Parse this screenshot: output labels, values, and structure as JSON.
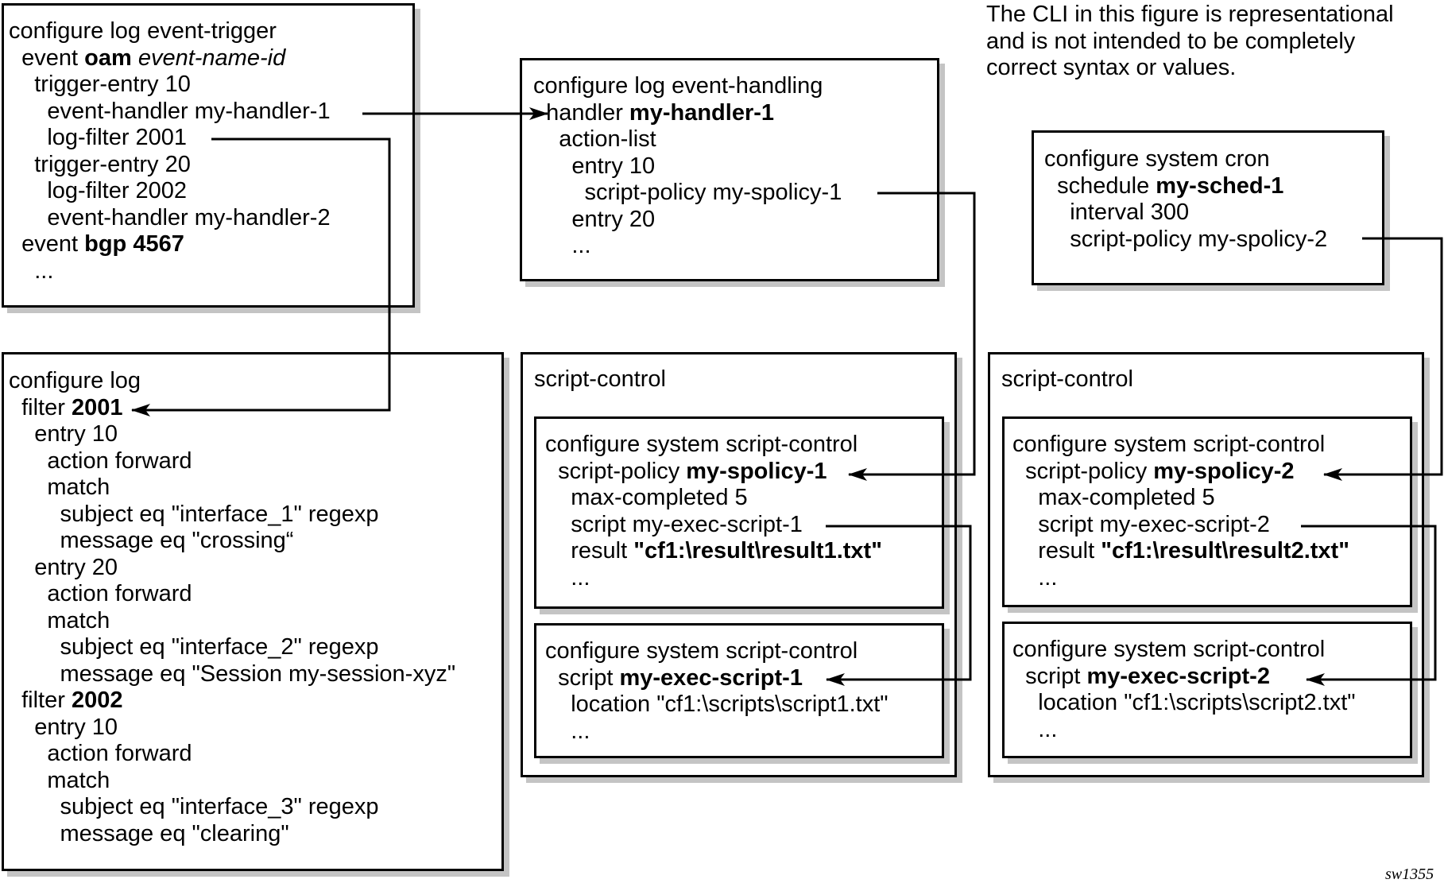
{
  "note": [
    "The CLI in this figure is representational",
    "and is not intended to be completely",
    "correct syntax or values."
  ],
  "figure_id": "sw1355",
  "event_trigger": {
    "lines": [
      [
        {
          "t": "configure log event-trigger"
        }
      ],
      [
        {
          "t": "  event "
        },
        {
          "t": "oam",
          "s": "b"
        },
        {
          "t": " "
        },
        {
          "t": "event-name-id",
          "s": "i"
        }
      ],
      [
        {
          "t": "    trigger-entry 10"
        }
      ],
      [
        {
          "t": "      event-handler my-handler-1"
        }
      ],
      [
        {
          "t": "      log-filter 2001"
        }
      ],
      [
        {
          "t": "    trigger-entry 20"
        }
      ],
      [
        {
          "t": "      log-filter 2002"
        }
      ],
      [
        {
          "t": "      event-handler my-handler-2"
        }
      ],
      [
        {
          "t": "  event "
        },
        {
          "t": "bgp 4567",
          "s": "b"
        }
      ],
      [
        {
          "t": "    ..."
        }
      ]
    ]
  },
  "log_filter": {
    "lines": [
      [
        {
          "t": "configure log"
        }
      ],
      [
        {
          "t": "  filter "
        },
        {
          "t": "2001",
          "s": "b"
        }
      ],
      [
        {
          "t": "    entry 10"
        }
      ],
      [
        {
          "t": "      action forward"
        }
      ],
      [
        {
          "t": "      match"
        }
      ],
      [
        {
          "t": "        subject eq \"interface_1\" regexp"
        }
      ],
      [
        {
          "t": "        message eq \"crossing“"
        }
      ],
      [
        {
          "t": "    entry 20"
        }
      ],
      [
        {
          "t": "      action forward"
        }
      ],
      [
        {
          "t": "      match"
        }
      ],
      [
        {
          "t": "        subject eq \"interface_2\" regexp"
        }
      ],
      [
        {
          "t": "        message eq \"Session my-session-xyz\""
        }
      ],
      [
        {
          "t": "  filter "
        },
        {
          "t": "2002",
          "s": "b"
        }
      ],
      [
        {
          "t": "    entry 10"
        }
      ],
      [
        {
          "t": "      action forward"
        }
      ],
      [
        {
          "t": "      match"
        }
      ],
      [
        {
          "t": "        subject eq \"interface_3\" regexp"
        }
      ],
      [
        {
          "t": "        message eq \"clearing\""
        }
      ]
    ]
  },
  "event_handling": {
    "lines": [
      [
        {
          "t": "configure log event-handling"
        }
      ],
      [
        {
          "t": "  handler "
        },
        {
          "t": "my-handler-1",
          "s": "b"
        }
      ],
      [
        {
          "t": "    action-list"
        }
      ],
      [
        {
          "t": "      entry 10"
        }
      ],
      [
        {
          "t": "        script-policy my-spolicy-1"
        }
      ],
      [
        {
          "t": "      entry 20"
        }
      ],
      [
        {
          "t": "      ..."
        }
      ]
    ]
  },
  "cron": {
    "lines": [
      [
        {
          "t": "configure system cron"
        }
      ],
      [
        {
          "t": "  schedule "
        },
        {
          "t": "my-sched-1",
          "s": "b"
        }
      ],
      [
        {
          "t": "    interval 300"
        }
      ],
      [
        {
          "t": "    script-policy my-spolicy-2"
        }
      ]
    ]
  },
  "script_control_1": {
    "title": "script-control",
    "policy": {
      "lines": [
        [
          {
            "t": "configure system script-control"
          }
        ],
        [
          {
            "t": "  script-policy "
          },
          {
            "t": "my-spolicy-1",
            "s": "b"
          }
        ],
        [
          {
            "t": "    max-completed 5"
          }
        ],
        [
          {
            "t": "    script my-exec-script-1"
          }
        ],
        [
          {
            "t": "    result "
          },
          {
            "t": "\"cf1:\\result\\result1.txt\"",
            "s": "b"
          }
        ],
        [
          {
            "t": "    ..."
          }
        ]
      ]
    },
    "script": {
      "lines": [
        [
          {
            "t": "configure system script-control"
          }
        ],
        [
          {
            "t": "  script "
          },
          {
            "t": "my-exec-script-1",
            "s": "b"
          }
        ],
        [
          {
            "t": "    location \"cf1:\\scripts\\script1.txt\""
          }
        ],
        [
          {
            "t": "    ..."
          }
        ]
      ]
    }
  },
  "script_control_2": {
    "title": "script-control",
    "policy": {
      "lines": [
        [
          {
            "t": "configure system script-control"
          }
        ],
        [
          {
            "t": "  script-policy "
          },
          {
            "t": "my-spolicy-2",
            "s": "b"
          }
        ],
        [
          {
            "t": "    max-completed 5"
          }
        ],
        [
          {
            "t": "    script my-exec-script-2"
          }
        ],
        [
          {
            "t": "    result "
          },
          {
            "t": "\"cf1:\\result\\result2.txt\"",
            "s": "b"
          }
        ],
        [
          {
            "t": "    ..."
          }
        ]
      ]
    },
    "script": {
      "lines": [
        [
          {
            "t": "configure system script-control"
          }
        ],
        [
          {
            "t": "  script "
          },
          {
            "t": "my-exec-script-2",
            "s": "b"
          }
        ],
        [
          {
            "t": "    location \"cf1:\\scripts\\script2.txt\""
          }
        ],
        [
          {
            "t": "    ..."
          }
        ]
      ]
    }
  }
}
